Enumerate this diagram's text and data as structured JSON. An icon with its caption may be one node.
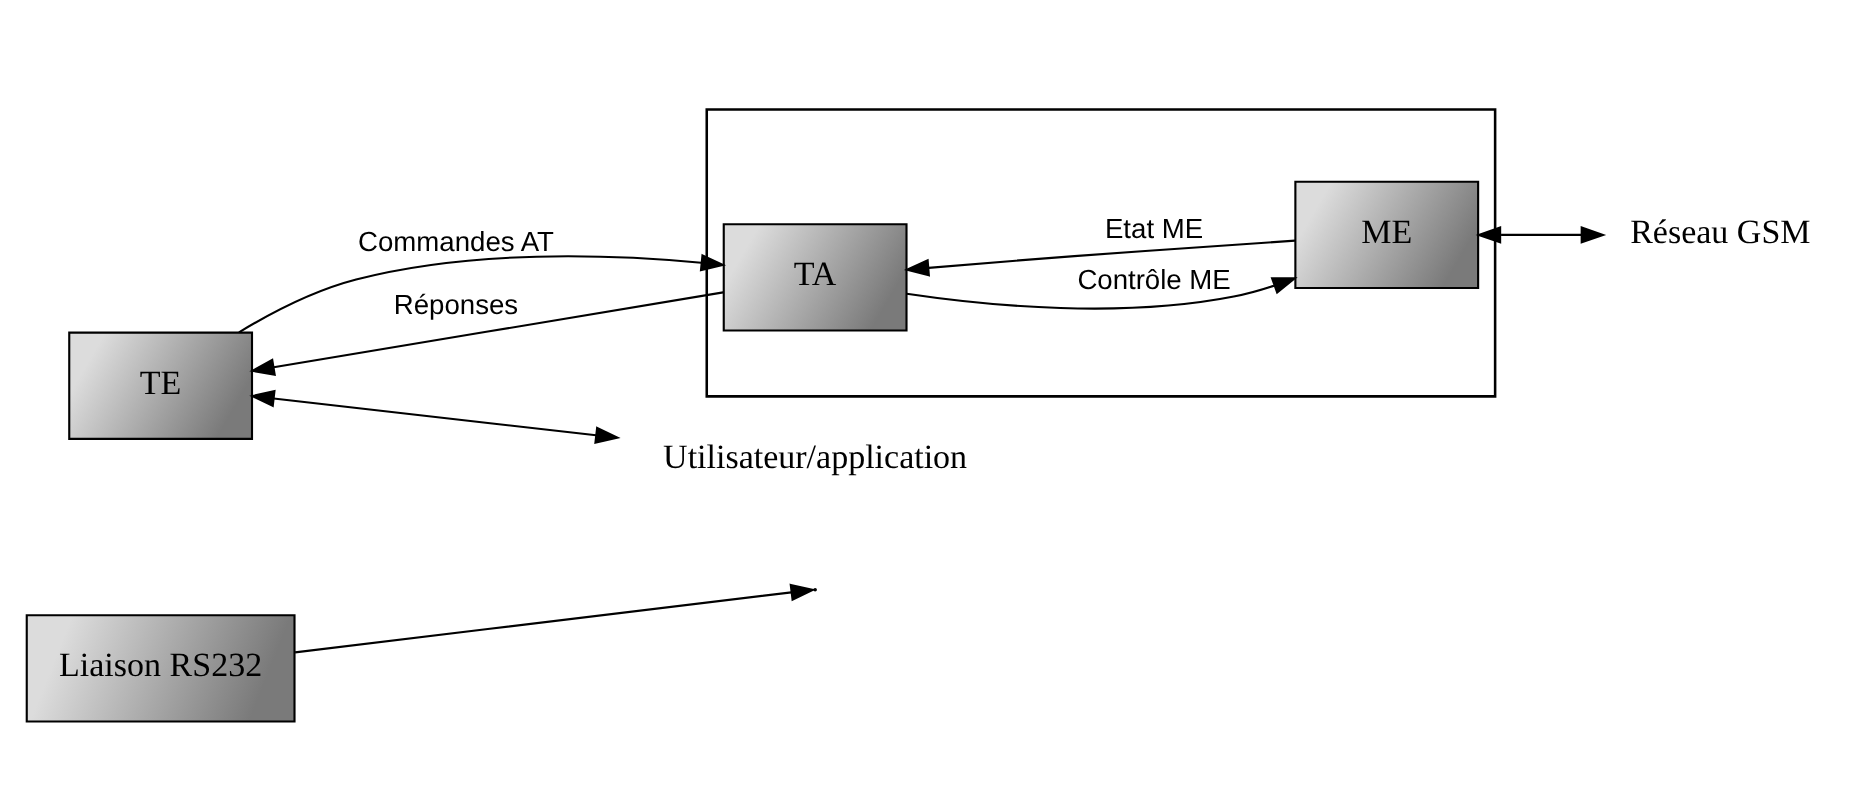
{
  "diagram": {
    "nodes": [
      {
        "text": [
          "TE"
        ]
      },
      {
        "text": [],
        "shape": "box"
      },
      {
        "text": [
          "TA"
        ],
        "in": 1
      },
      {
        "text": [
          "ME"
        ],
        "in": 1
      },
      {
        "text": [
          "Utilisateur/application"
        ]
      },
      {
        "text": [
          "Liaison RS232"
        ]
      },
      {
        "text": [
          "Réseau GSM"
        ]
      }
    ],
    "edges": [
      {
        "from": 0,
        "to": 2,
        "arrow": "to",
        "label": "Commandes AT"
      },
      {
        "from": 2,
        "to": 0,
        "arrow": "to",
        "label": "Réponses"
      },
      {
        "from": 3,
        "to": 2,
        "arrow": "to",
        "label": "Etat ME"
      },
      {
        "from": 2,
        "to": 3,
        "arrow": "to",
        "label": "Contrôle ME"
      },
      {
        "from": 0,
        "to": 4,
        "arrow": "both"
      },
      {
        "from": 3,
        "to": 6,
        "arrow": "both"
      },
      {
        "from": 5,
        "to": null,
        "arrow": "to"
      }
    ]
  }
}
